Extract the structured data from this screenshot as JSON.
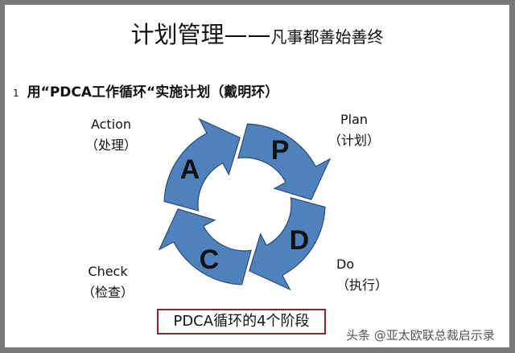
{
  "title": {
    "main": "计划管理——",
    "sub": "凡事都善始善终"
  },
  "bullet": {
    "number": "1",
    "text": "用“PDCA工作循环“实施计划（戴明环）"
  },
  "cycle": [
    {
      "letter": "A",
      "en": "Action",
      "zh": "（处理）"
    },
    {
      "letter": "P",
      "en": "Plan",
      "zh": "（计划）"
    },
    {
      "letter": "D",
      "en": "Do",
      "zh": "（执行）"
    },
    {
      "letter": "C",
      "en": "Check",
      "zh": "（检查）"
    }
  ],
  "caption": "PDCA循环的4个阶段",
  "watermark": "头条 @亚太欧联总裁启示录",
  "colors": {
    "arrow_fill": "#4f81bd",
    "arrow_stroke": "#2a4a70",
    "caption_border": "#7a2a35"
  }
}
